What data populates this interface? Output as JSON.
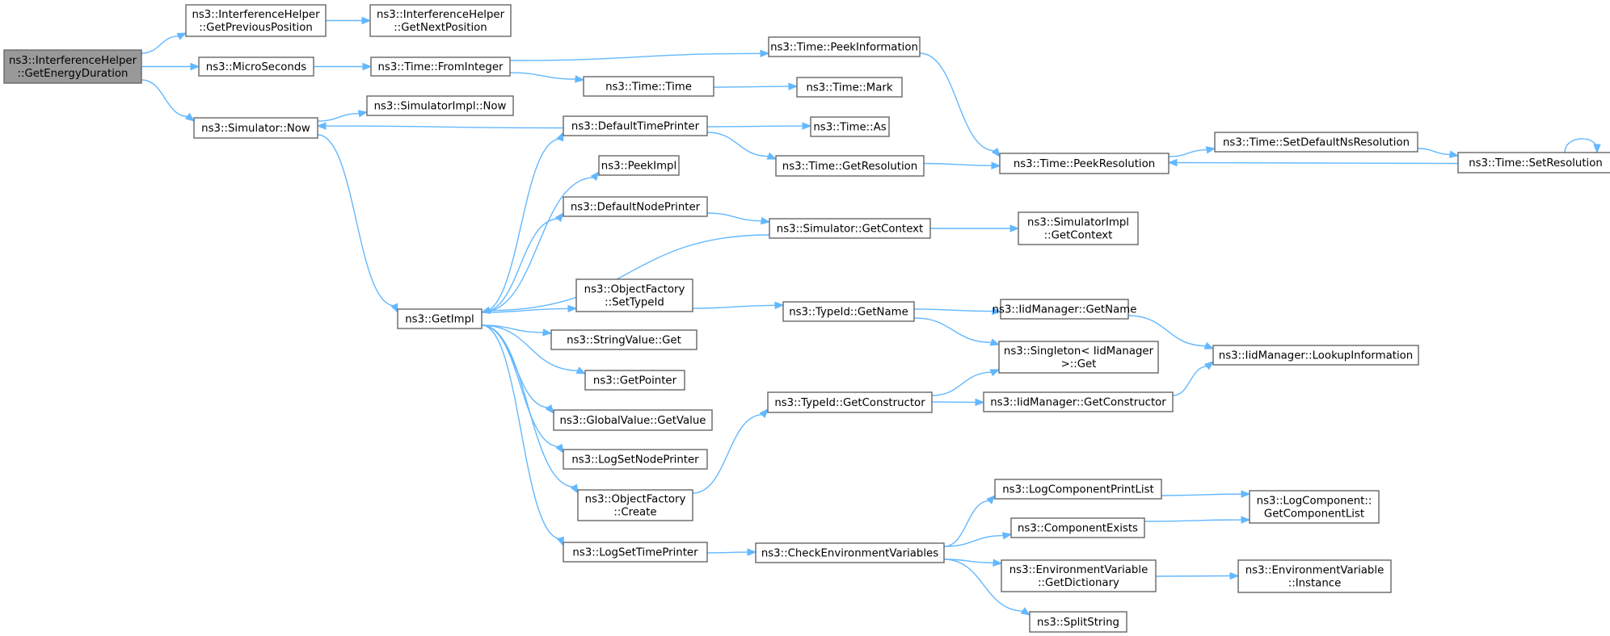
{
  "nodes": [
    {
      "id": "root",
      "lines": [
        "ns3::InterferenceHelper",
        "::GetEnergyDuration"
      ],
      "root": true
    },
    {
      "id": "prevpos",
      "lines": [
        "ns3::InterferenceHelper",
        "::GetPreviousPosition"
      ]
    },
    {
      "id": "nextpos",
      "lines": [
        "ns3::InterferenceHelper",
        "::GetNextPosition"
      ]
    },
    {
      "id": "micro",
      "lines": [
        "ns3::MicroSeconds"
      ]
    },
    {
      "id": "fromint",
      "lines": [
        "ns3::Time::FromInteger"
      ]
    },
    {
      "id": "peekinfo",
      "lines": [
        "ns3::Time::PeekInformation"
      ]
    },
    {
      "id": "timetime",
      "lines": [
        "ns3::Time::Time"
      ]
    },
    {
      "id": "mark",
      "lines": [
        "ns3::Time::Mark"
      ]
    },
    {
      "id": "simnow",
      "lines": [
        "ns3::Simulator::Now"
      ]
    },
    {
      "id": "implnow",
      "lines": [
        "ns3::SimulatorImpl::Now"
      ]
    },
    {
      "id": "deftp",
      "lines": [
        "ns3::DefaultTimePrinter"
      ]
    },
    {
      "id": "timeas",
      "lines": [
        "ns3::Time::As"
      ]
    },
    {
      "id": "getres",
      "lines": [
        "ns3::Time::GetResolution"
      ]
    },
    {
      "id": "peekres",
      "lines": [
        "ns3::Time::PeekResolution"
      ]
    },
    {
      "id": "setdef",
      "lines": [
        "ns3::Time::SetDefaultNsResolution"
      ]
    },
    {
      "id": "setres",
      "lines": [
        "ns3::Time::SetResolution"
      ]
    },
    {
      "id": "peekimpl",
      "lines": [
        "ns3::PeekImpl"
      ]
    },
    {
      "id": "defnp",
      "lines": [
        "ns3::DefaultNodePrinter"
      ]
    },
    {
      "id": "getctx",
      "lines": [
        "ns3::Simulator::GetContext"
      ]
    },
    {
      "id": "implctx",
      "lines": [
        "ns3::SimulatorImpl",
        "::GetContext"
      ]
    },
    {
      "id": "getimpl",
      "lines": [
        "ns3::GetImpl"
      ]
    },
    {
      "id": "settypeid",
      "lines": [
        "ns3::ObjectFactory",
        "::SetTypeId"
      ]
    },
    {
      "id": "tidname",
      "lines": [
        "ns3::TypeId::GetName"
      ]
    },
    {
      "id": "iidname",
      "lines": [
        "ns3::IidManager::GetName"
      ]
    },
    {
      "id": "singleton",
      "lines": [
        "ns3::Singleton< IidManager",
        " >::Get"
      ]
    },
    {
      "id": "lookup",
      "lines": [
        "ns3::IidManager::LookupInformation"
      ]
    },
    {
      "id": "strget",
      "lines": [
        "ns3::StringValue::Get"
      ]
    },
    {
      "id": "getptr",
      "lines": [
        "ns3::GetPointer"
      ]
    },
    {
      "id": "tidctor",
      "lines": [
        "ns3::TypeId::GetConstructor"
      ]
    },
    {
      "id": "iidctor",
      "lines": [
        "ns3::IidManager::GetConstructor"
      ]
    },
    {
      "id": "gvget",
      "lines": [
        "ns3::GlobalValue::GetValue"
      ]
    },
    {
      "id": "lsnp",
      "lines": [
        "ns3::LogSetNodePrinter"
      ]
    },
    {
      "id": "ofcreate",
      "lines": [
        "ns3::ObjectFactory",
        "::Create"
      ]
    },
    {
      "id": "lcpl",
      "lines": [
        "ns3::LogComponentPrintList"
      ]
    },
    {
      "id": "lcgcl",
      "lines": [
        "ns3::LogComponent::",
        "GetComponentList"
      ]
    },
    {
      "id": "compex",
      "lines": [
        "ns3::ComponentExists"
      ]
    },
    {
      "id": "lstp",
      "lines": [
        "ns3::LogSetTimePrinter"
      ]
    },
    {
      "id": "checkenv",
      "lines": [
        "ns3::CheckEnvironmentVariables"
      ]
    },
    {
      "id": "envdict",
      "lines": [
        "ns3::EnvironmentVariable",
        "::GetDictionary"
      ]
    },
    {
      "id": "envinst",
      "lines": [
        "ns3::EnvironmentVariable",
        "::Instance"
      ]
    },
    {
      "id": "split",
      "lines": [
        "ns3::SplitString"
      ]
    }
  ],
  "edges": [
    [
      "root",
      "prevpos"
    ],
    [
      "prevpos",
      "nextpos"
    ],
    [
      "root",
      "micro"
    ],
    [
      "root",
      "simnow"
    ],
    [
      "micro",
      "fromint"
    ],
    [
      "fromint",
      "peekinfo"
    ],
    [
      "fromint",
      "timetime"
    ],
    [
      "timetime",
      "mark"
    ],
    [
      "peekinfo",
      "peekres"
    ],
    [
      "simnow",
      "implnow"
    ],
    [
      "simnow",
      "getimpl"
    ],
    [
      "deftp",
      "simnow"
    ],
    [
      "deftp",
      "timeas"
    ],
    [
      "deftp",
      "getres"
    ],
    [
      "getres",
      "peekres"
    ],
    [
      "peekres",
      "setdef"
    ],
    [
      "setdef",
      "setres"
    ],
    [
      "setres",
      "peekres"
    ],
    [
      "setres",
      "setres"
    ],
    [
      "getimpl",
      "deftp"
    ],
    [
      "getimpl",
      "peekimpl"
    ],
    [
      "getimpl",
      "defnp"
    ],
    [
      "getimpl",
      "settypeid"
    ],
    [
      "getimpl",
      "strget"
    ],
    [
      "getimpl",
      "getptr"
    ],
    [
      "getimpl",
      "gvget"
    ],
    [
      "getimpl",
      "lsnp"
    ],
    [
      "getimpl",
      "ofcreate"
    ],
    [
      "getimpl",
      "lstp"
    ],
    [
      "defnp",
      "getctx"
    ],
    [
      "getctx",
      "implctx"
    ],
    [
      "getctx",
      "getimpl"
    ],
    [
      "settypeid",
      "tidname"
    ],
    [
      "tidname",
      "iidname"
    ],
    [
      "tidname",
      "singleton"
    ],
    [
      "iidname",
      "lookup"
    ],
    [
      "ofcreate",
      "tidctor"
    ],
    [
      "tidctor",
      "singleton"
    ],
    [
      "tidctor",
      "iidctor"
    ],
    [
      "iidctor",
      "lookup"
    ],
    [
      "lstp",
      "checkenv"
    ],
    [
      "checkenv",
      "lcpl"
    ],
    [
      "checkenv",
      "compex"
    ],
    [
      "checkenv",
      "envdict"
    ],
    [
      "checkenv",
      "split"
    ],
    [
      "lcpl",
      "lcgcl"
    ],
    [
      "compex",
      "lcgcl"
    ],
    [
      "envdict",
      "envinst"
    ]
  ]
}
